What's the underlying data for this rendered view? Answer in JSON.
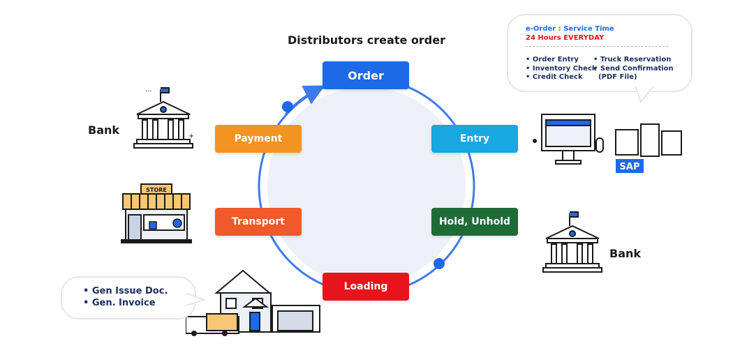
{
  "diagram": {
    "title": "Distributors create order",
    "steps": {
      "order": "Order",
      "entry": "Entry",
      "hold": "Hold, Unhold",
      "loading": "Loading",
      "transport": "Transport",
      "payment": "Payment"
    },
    "labels": {
      "bank_left": "Bank",
      "bank_right": "Bank",
      "store_sign": "STORE",
      "sap": "SAP"
    },
    "service_bubble": {
      "heading": "e-Order : Service Time",
      "hours": "24 Hours EVERYDAY",
      "col1": [
        "• Order Entry",
        "• Inventory Check",
        "• Credit Check"
      ],
      "col2": [
        "• Truck Reservation",
        "• Send Confirmation",
        "(PDF File)"
      ]
    },
    "issue_bubble": {
      "items": [
        "• Gen Issue Doc.",
        "• Gen. Invoice"
      ]
    },
    "colors": {
      "order": "#1e6ae6",
      "entry": "#17a8e0",
      "hold": "#1f6b38",
      "loading": "#e8141b",
      "transport": "#f05a28",
      "payment": "#f39422",
      "ring": "#3c7be8",
      "circle_fill": "#eef0f8"
    }
  }
}
